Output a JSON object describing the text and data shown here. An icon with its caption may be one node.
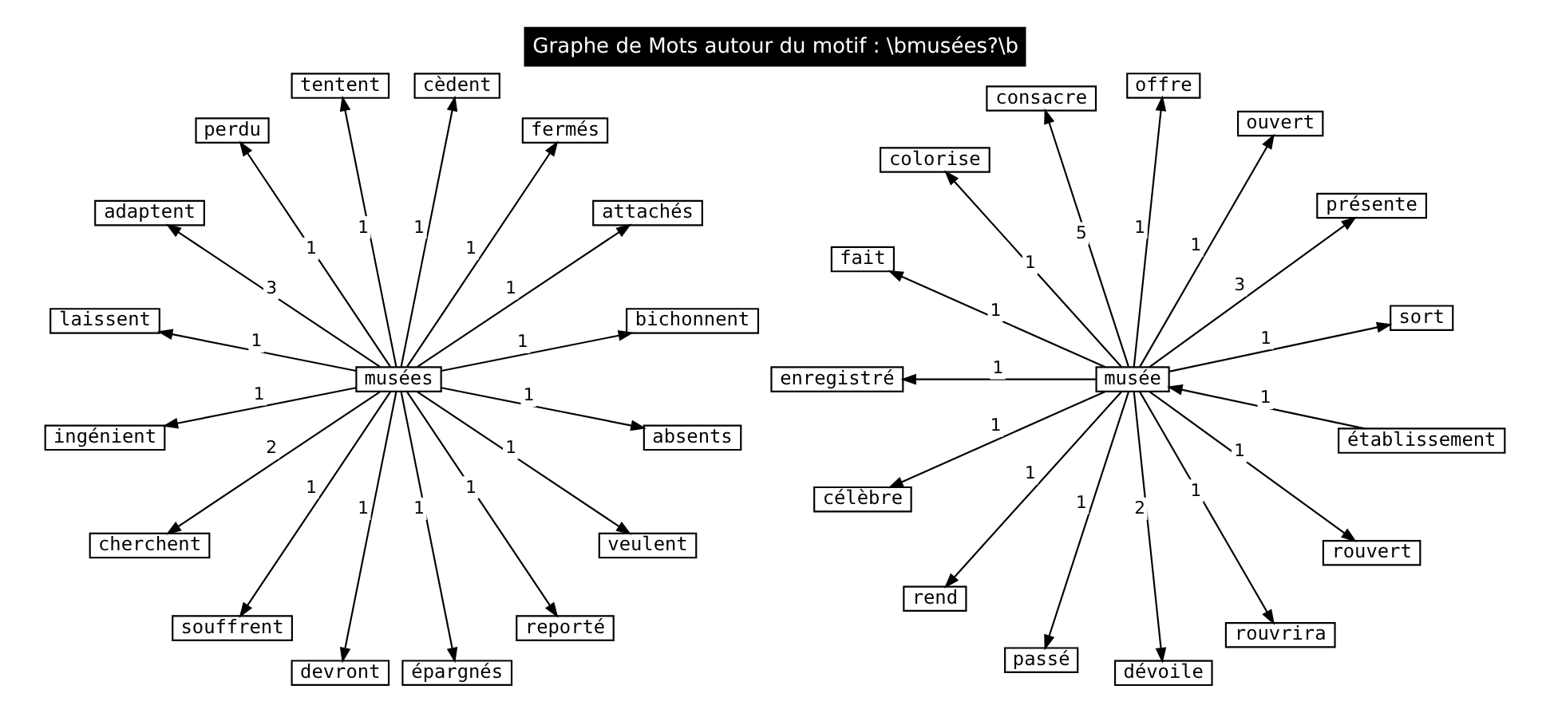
{
  "diagram": {
    "title": "Graphe de Mots autour du motif : \\bmusées?\\b",
    "nodes": [
      {
        "text": [
          "musées"
        ]
      },
      {
        "text": [
          "bichonnent"
        ]
      },
      {
        "text": [
          "attachés"
        ]
      },
      {
        "text": [
          "fermés"
        ]
      },
      {
        "text": [
          "cèdent"
        ]
      },
      {
        "text": [
          "tentent"
        ]
      },
      {
        "text": [
          "perdu"
        ]
      },
      {
        "text": [
          "adaptent"
        ]
      },
      {
        "text": [
          "laissent"
        ]
      },
      {
        "text": [
          "ingénient"
        ]
      },
      {
        "text": [
          "cherchent"
        ]
      },
      {
        "text": [
          "souffrent"
        ]
      },
      {
        "text": [
          "devront"
        ]
      },
      {
        "text": [
          "épargnés"
        ]
      },
      {
        "text": [
          "reporté"
        ]
      },
      {
        "text": [
          "veulent"
        ]
      },
      {
        "text": [
          "absents"
        ]
      },
      {
        "text": [
          "musée"
        ]
      },
      {
        "text": [
          "établissement"
        ]
      },
      {
        "text": [
          "sort"
        ]
      },
      {
        "text": [
          "présente"
        ]
      },
      {
        "text": [
          "ouvert"
        ]
      },
      {
        "text": [
          "offre"
        ]
      },
      {
        "text": [
          "consacre"
        ]
      },
      {
        "text": [
          "colorise"
        ]
      },
      {
        "text": [
          "fait"
        ]
      },
      {
        "text": [
          "enregistré"
        ]
      },
      {
        "text": [
          "célèbre"
        ]
      },
      {
        "text": [
          "rend"
        ]
      },
      {
        "text": [
          "passé"
        ]
      },
      {
        "text": [
          "dévoile"
        ]
      },
      {
        "text": [
          "rouvrira"
        ]
      },
      {
        "text": [
          "rouvert"
        ]
      }
    ],
    "edges": [
      {
        "from": 0,
        "to": 1,
        "arrow": "to",
        "label": "1"
      },
      {
        "from": 0,
        "to": 2,
        "arrow": "to",
        "label": "1"
      },
      {
        "from": 0,
        "to": 3,
        "arrow": "to",
        "label": "1"
      },
      {
        "from": 0,
        "to": 4,
        "arrow": "to",
        "label": "1"
      },
      {
        "from": 0,
        "to": 5,
        "arrow": "to",
        "label": "1"
      },
      {
        "from": 0,
        "to": 6,
        "arrow": "to",
        "label": "1"
      },
      {
        "from": 0,
        "to": 7,
        "arrow": "to",
        "label": "3"
      },
      {
        "from": 0,
        "to": 8,
        "arrow": "to",
        "label": "1"
      },
      {
        "from": 0,
        "to": 9,
        "arrow": "to",
        "label": "1"
      },
      {
        "from": 0,
        "to": 10,
        "arrow": "to",
        "label": "2"
      },
      {
        "from": 0,
        "to": 11,
        "arrow": "to",
        "label": "1"
      },
      {
        "from": 0,
        "to": 12,
        "arrow": "to",
        "label": "1"
      },
      {
        "from": 0,
        "to": 13,
        "arrow": "to",
        "label": "1"
      },
      {
        "from": 0,
        "to": 14,
        "arrow": "to",
        "label": "1"
      },
      {
        "from": 0,
        "to": 15,
        "arrow": "to",
        "label": "1"
      },
      {
        "from": 0,
        "to": 16,
        "arrow": "to",
        "label": "1"
      },
      {
        "from": 18,
        "to": 17,
        "arrow": "to",
        "label": "1"
      },
      {
        "from": 17,
        "to": 19,
        "arrow": "to",
        "label": "1"
      },
      {
        "from": 17,
        "to": 20,
        "arrow": "to",
        "label": "3"
      },
      {
        "from": 17,
        "to": 21,
        "arrow": "to",
        "label": "1"
      },
      {
        "from": 17,
        "to": 22,
        "arrow": "to",
        "label": "1"
      },
      {
        "from": 17,
        "to": 23,
        "arrow": "to",
        "label": "5"
      },
      {
        "from": 17,
        "to": 24,
        "arrow": "to",
        "label": "1"
      },
      {
        "from": 17,
        "to": 25,
        "arrow": "to",
        "label": "1"
      },
      {
        "from": 17,
        "to": 26,
        "arrow": "to",
        "label": "1"
      },
      {
        "from": 17,
        "to": 27,
        "arrow": "to",
        "label": "1"
      },
      {
        "from": 17,
        "to": 28,
        "arrow": "to",
        "label": "1"
      },
      {
        "from": 17,
        "to": 29,
        "arrow": "to",
        "label": "1"
      },
      {
        "from": 17,
        "to": 30,
        "arrow": "to",
        "label": "2"
      },
      {
        "from": 17,
        "to": 31,
        "arrow": "to",
        "label": "1"
      },
      {
        "from": 17,
        "to": 32,
        "arrow": "to",
        "label": "1"
      }
    ]
  }
}
